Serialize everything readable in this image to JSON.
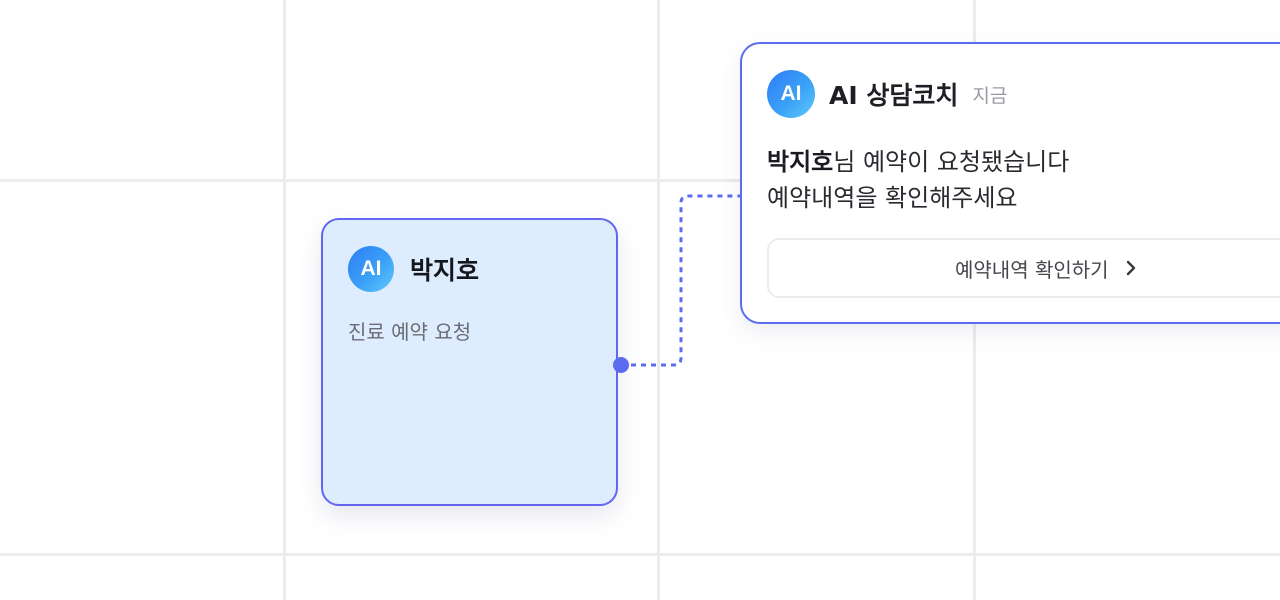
{
  "node": {
    "badge": "AI",
    "name": "박지호",
    "subtitle": "진료 예약 요청"
  },
  "notification": {
    "badge": "AI",
    "title": "AI 상담코치",
    "time": "지금",
    "message": {
      "name": "박지호",
      "line1_rest": "님 예약이 요청됐습니다",
      "line2": "예약내역을 확인해주세요"
    },
    "action_label": "예약내역 확인하기",
    "action_icon": "chevron-right-icon"
  },
  "colors": {
    "accent": "#5b6cf0",
    "node_bg": "#deedfd",
    "badge_gradient_start": "#2f7cf6",
    "badge_gradient_end": "#5fcbfb",
    "grid": "#ececee"
  }
}
